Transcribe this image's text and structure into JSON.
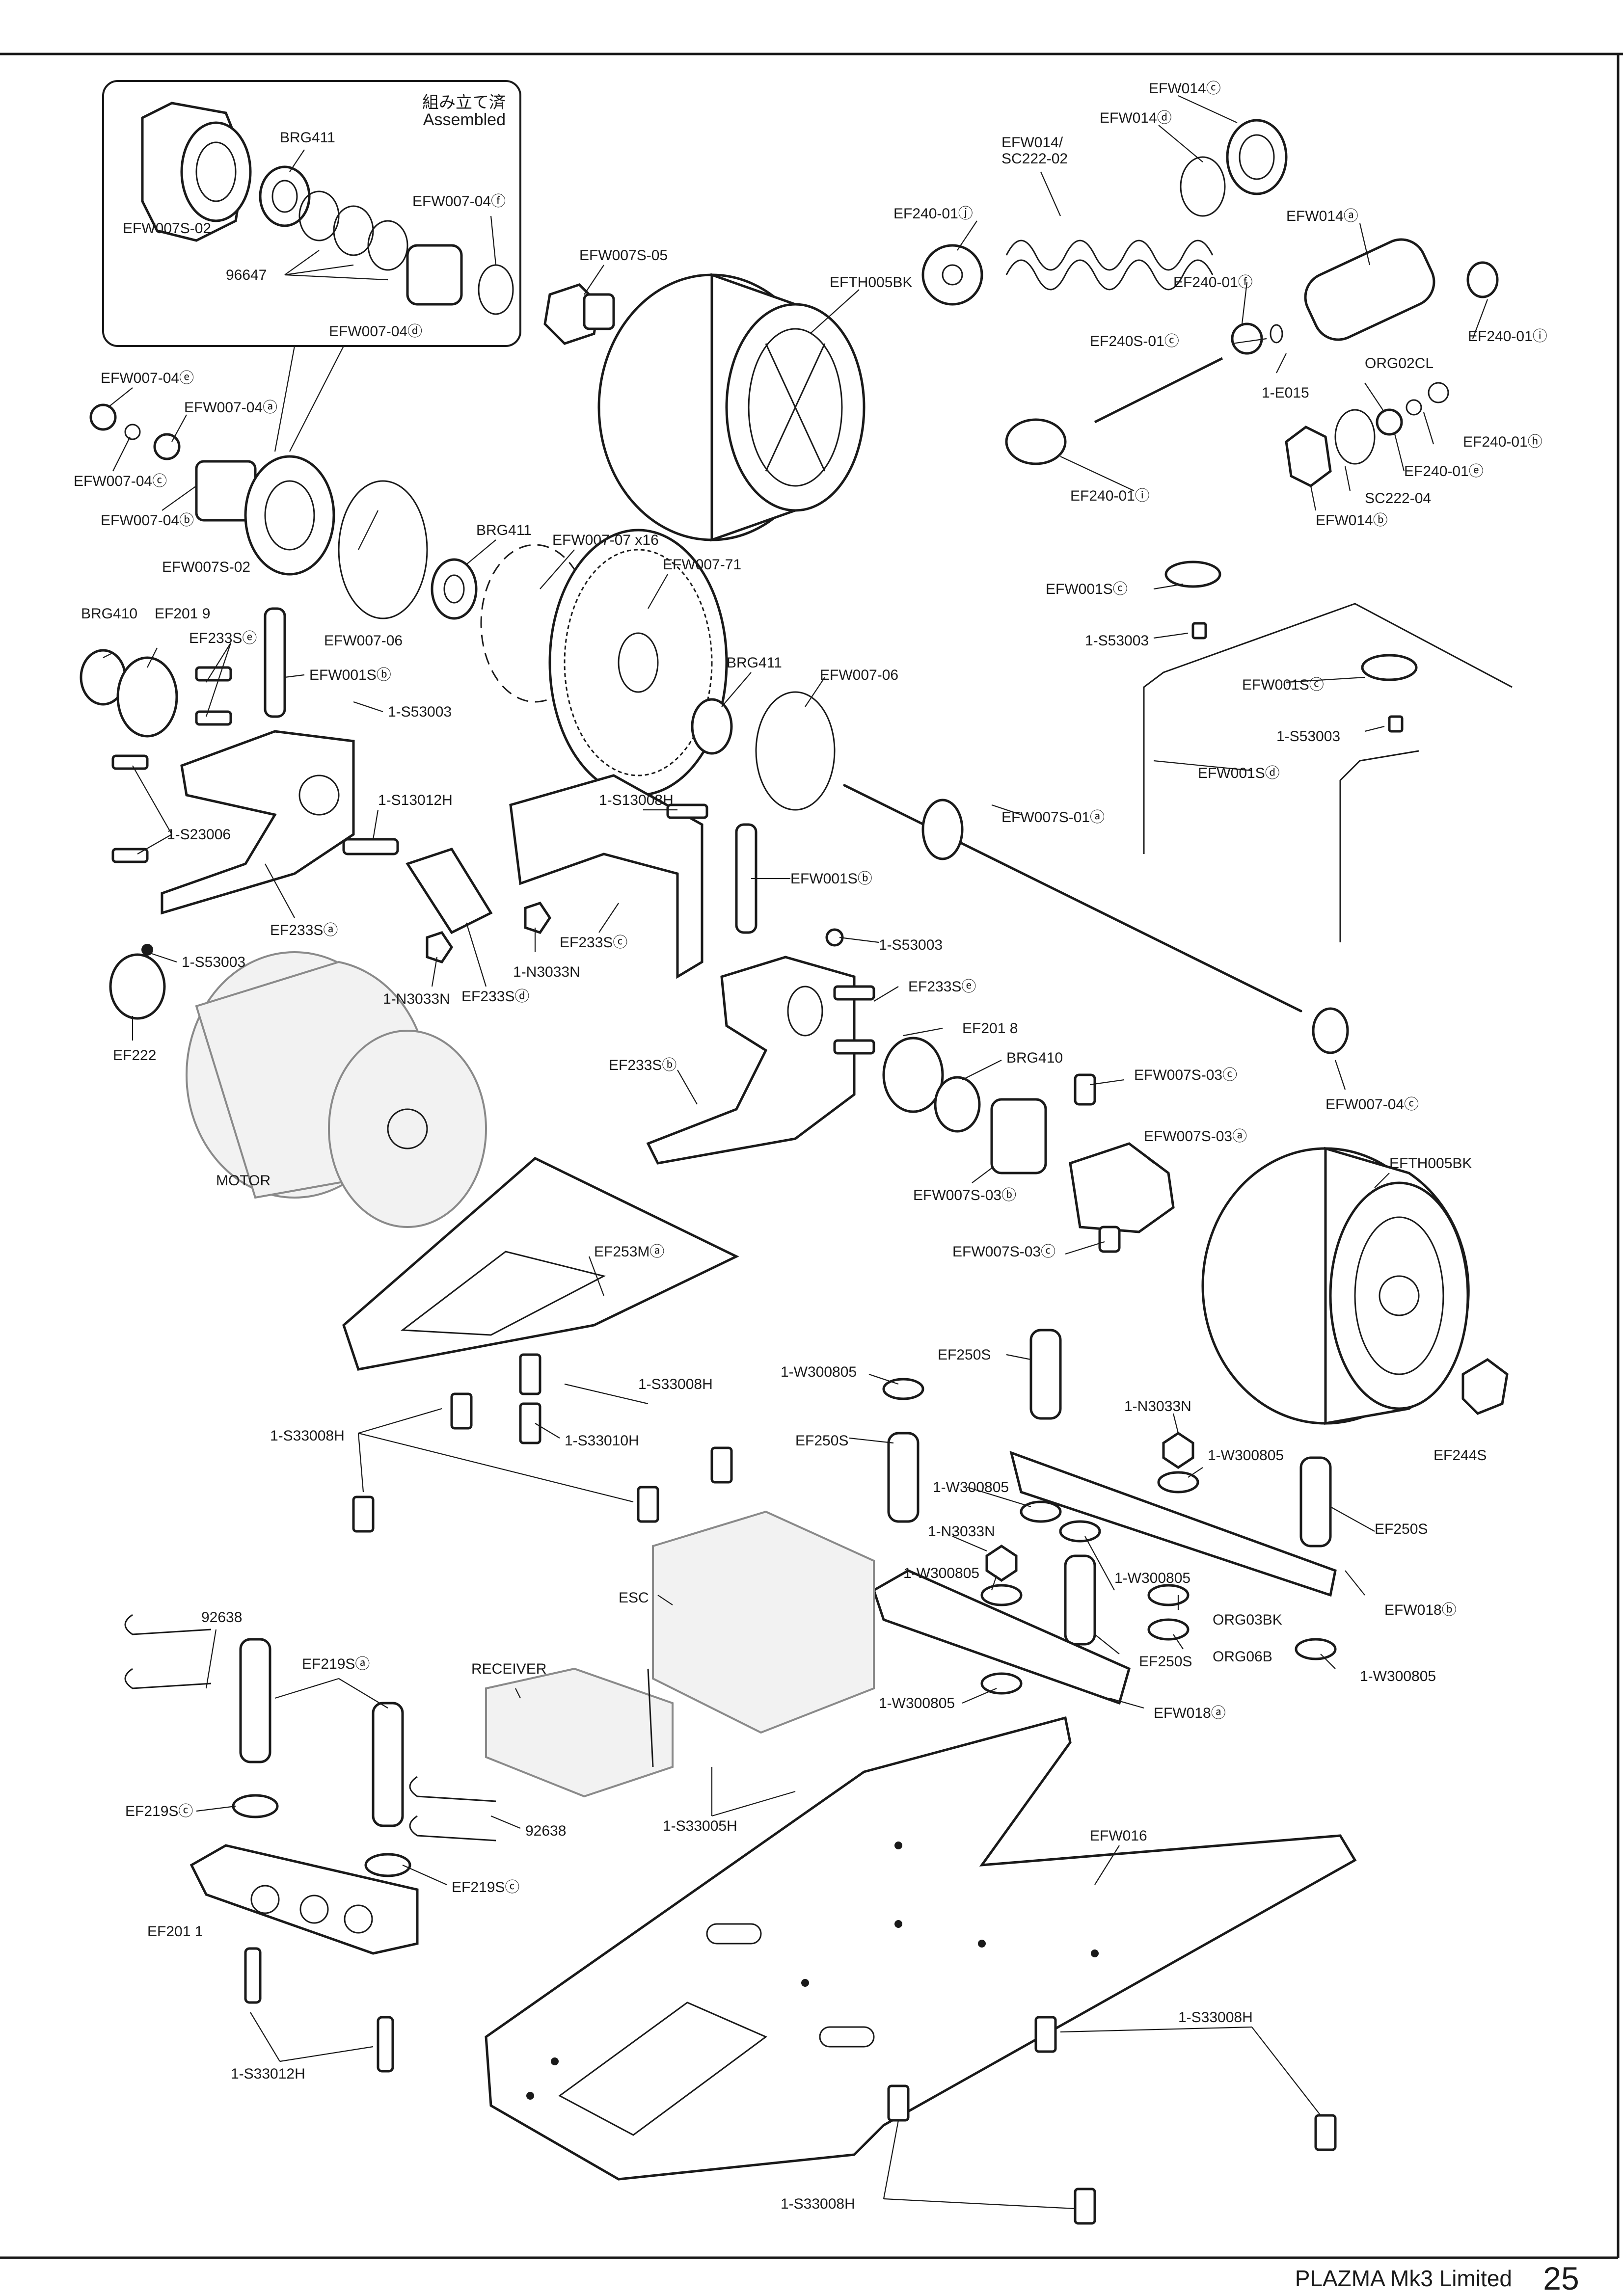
{
  "footer": {
    "title": "PLAZMA Mk3 Limited",
    "page_number": "25"
  },
  "inset": {
    "title_jp": "組み立て済",
    "title_en": "Assembled"
  },
  "labels": {
    "l01": "EFW014ⓒ",
    "l02": "EFW014ⓓ",
    "l03": "EFW014/\nSC222-02",
    "l04": "EF240-01ⓙ",
    "l05": "EFTH005BK",
    "l06": "EFW014ⓐ",
    "l07": "EF240-01ⓕ",
    "l08": "EF240S-01ⓒ",
    "l09": "1-E015",
    "l10": "ORG02CL",
    "l11": "EF240-01ⓘ",
    "l12": "EF240-01ⓗ",
    "l13": "EF240-01ⓔ",
    "l14": "SC222-04",
    "l15": "EFW014ⓑ",
    "l16": "EF240-01ⓘ",
    "l17": "BRG411",
    "l18": "EFW007-04ⓕ",
    "l19": "96647",
    "l20": "EFW007S-02",
    "l21": "EFW007-04ⓓ",
    "l22": "EFW007S-05",
    "l23": "EFW007-04ⓔ",
    "l24": "EFW007-04ⓐ",
    "l25": "EFW007-04ⓒ",
    "l26": "EFW007-04ⓑ",
    "l27": "EFW007S-02",
    "l28": "BRG411",
    "l29": "EFW007-07 x16",
    "l30": "EFW007-71",
    "l31": "EFW007-06",
    "l32": "BRG410",
    "l33": "EF201 9",
    "l34": "EF233Sⓔ",
    "l35": "EFW001Sⓑ",
    "l36": "1-S53003",
    "l37": "1-S23006",
    "l38": "1-S13012H",
    "l39": "1-S13008H",
    "l40": "EF233Sⓐ",
    "l41": "EF233Sⓒ",
    "l42": "1-N3033N",
    "l43": "EF233Sⓓ",
    "l44": "1-N3033N",
    "l45": "1-S53003",
    "l46": "EF222",
    "l47": "MOTOR",
    "l48": "BRG411",
    "l49": "EFW007-06",
    "l50": "EFW001Sⓒ",
    "l51": "1-S53003",
    "l52": "EFW001Sⓒ",
    "l53": "1-S53003",
    "l54": "EFW001Sⓓ",
    "l55": "EFW007S-01ⓐ",
    "l56": "EFW001Sⓑ",
    "l57": "1-S53003",
    "l58": "EF233Sⓔ",
    "l59": "EF201 8",
    "l60": "BRG410",
    "l61": "EF233Sⓑ",
    "l62": "EFW007S-03ⓒ",
    "l63": "EFW007S-03ⓐ",
    "l64": "EFW007S-03ⓑ",
    "l65": "EFW007S-03ⓒ",
    "l66": "EFW007-04ⓒ",
    "l67": "EFTH005BK",
    "l68": "EF253Mⓐ",
    "l69": "1-S33008H",
    "l70": "1-S33008H",
    "l71": "1-S33010H",
    "l72": "1-W300805",
    "l73": "EF250S",
    "l74": "EF250S",
    "l75": "1-N3033N",
    "l76": "1-W300805",
    "l77": "EF244S",
    "l78": "1-W300805",
    "l79": "EF250S",
    "l80": "1-N3033N",
    "l81": "1-W300805",
    "l82": "1-W300805",
    "l83": "ORG03BK",
    "l84": "EFW018ⓑ",
    "l85": "ORG06B",
    "l86": "EF250S",
    "l87": "1-W300805",
    "l88": "ESC",
    "l89": "1-W300805",
    "l90": "EFW018ⓐ",
    "l91": "92638",
    "l92": "EF219Sⓐ",
    "l93": "RECEIVER",
    "l94": "EF219Sⓒ",
    "l95": "92638",
    "l96": "1-S33005H",
    "l97": "EF219Sⓒ",
    "l98": "EFW016",
    "l99": "EF201 1",
    "l100": "1-S33012H",
    "l101": "1-S33008H",
    "l102": "1-S33008H"
  }
}
